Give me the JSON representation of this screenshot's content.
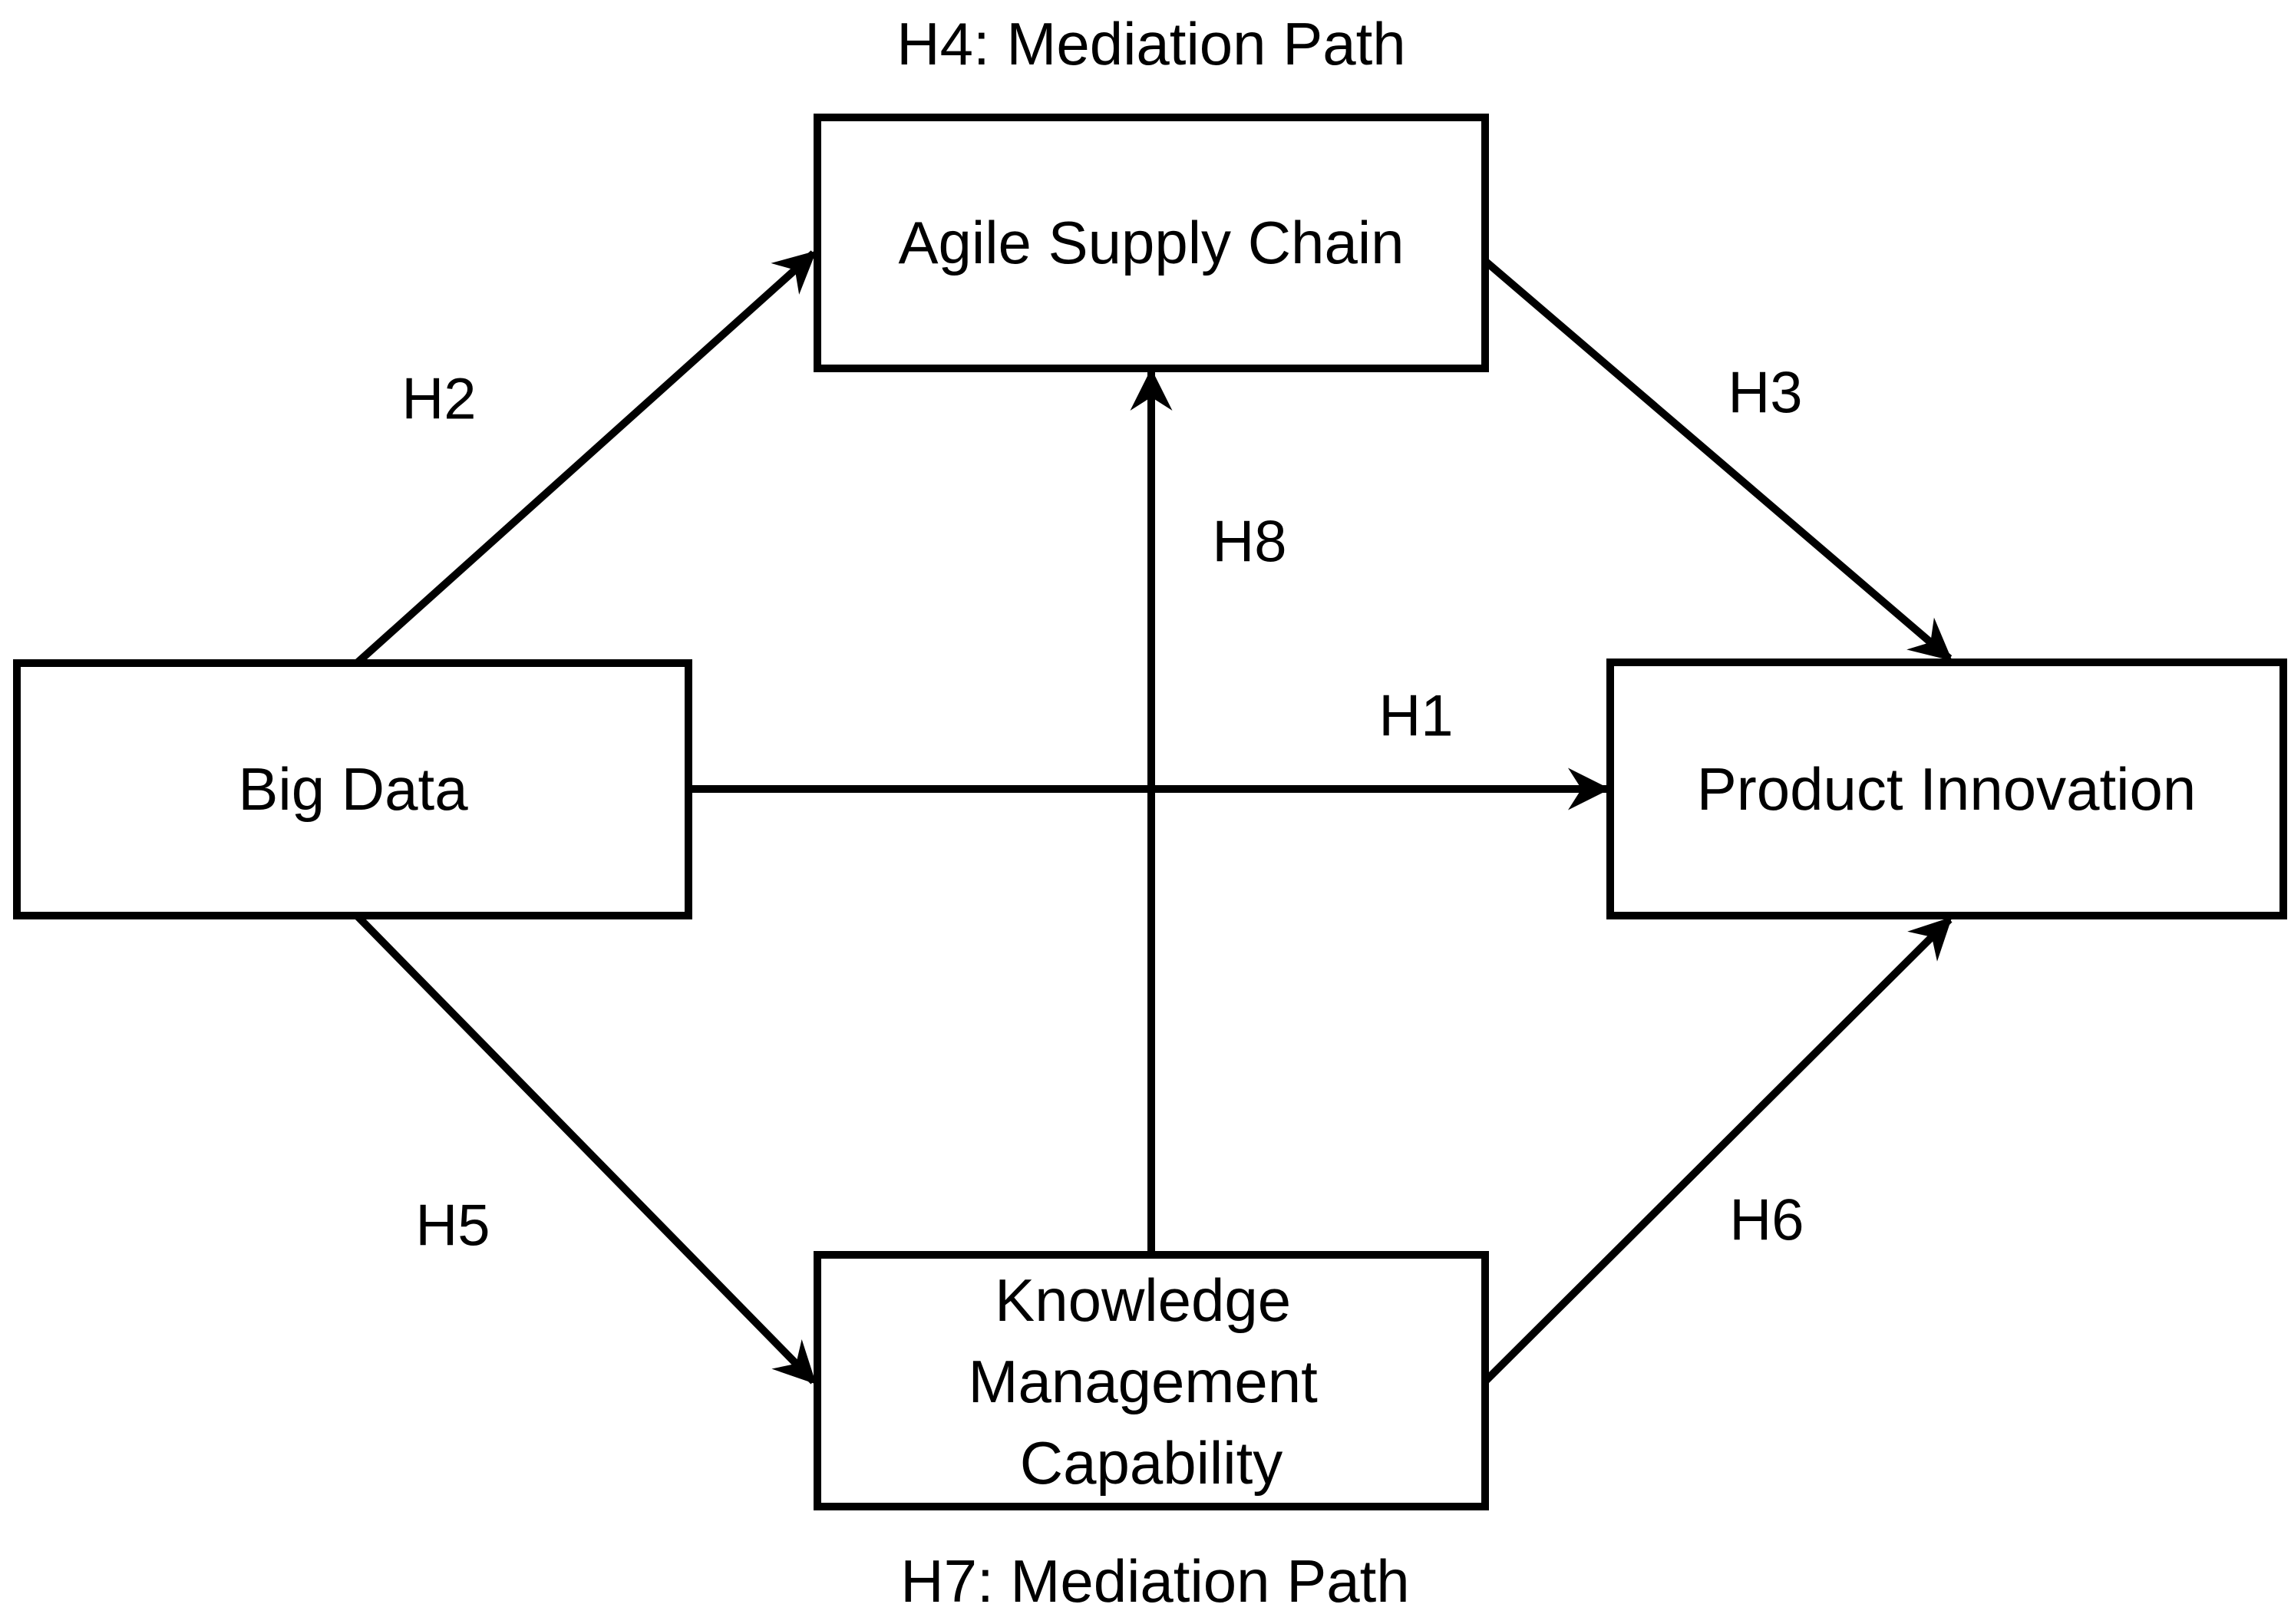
{
  "figure": {
    "top_caption": "H4: Mediation Path",
    "bottom_caption": "H7: Mediation Path",
    "boxes": {
      "agile_supply_chain": "Agile Supply Chain",
      "big_data": "Big Data",
      "product_innovation": "Product Innovation",
      "knowledge_management_capability": {
        "lines": [
          "Knowledge",
          "Management",
          "Capability"
        ]
      }
    },
    "edges": [
      {
        "label": "H1",
        "from": "Big Data",
        "to": "Product Innovation"
      },
      {
        "label": "H2",
        "from": "Big Data",
        "to": "Agile Supply Chain"
      },
      {
        "label": "H3",
        "from": "Agile Supply Chain",
        "to": "Product Innovation"
      },
      {
        "label": "H5",
        "from": "Big Data",
        "to": "Knowledge Management Capability"
      },
      {
        "label": "H6",
        "from": "Knowledge Management Capability",
        "to": "Product Innovation"
      },
      {
        "label": "H8",
        "from": "Knowledge Management Capability",
        "to": "Agile Supply Chain"
      }
    ],
    "colors": {
      "ink": "#000000",
      "background": "#ffffff"
    }
  }
}
